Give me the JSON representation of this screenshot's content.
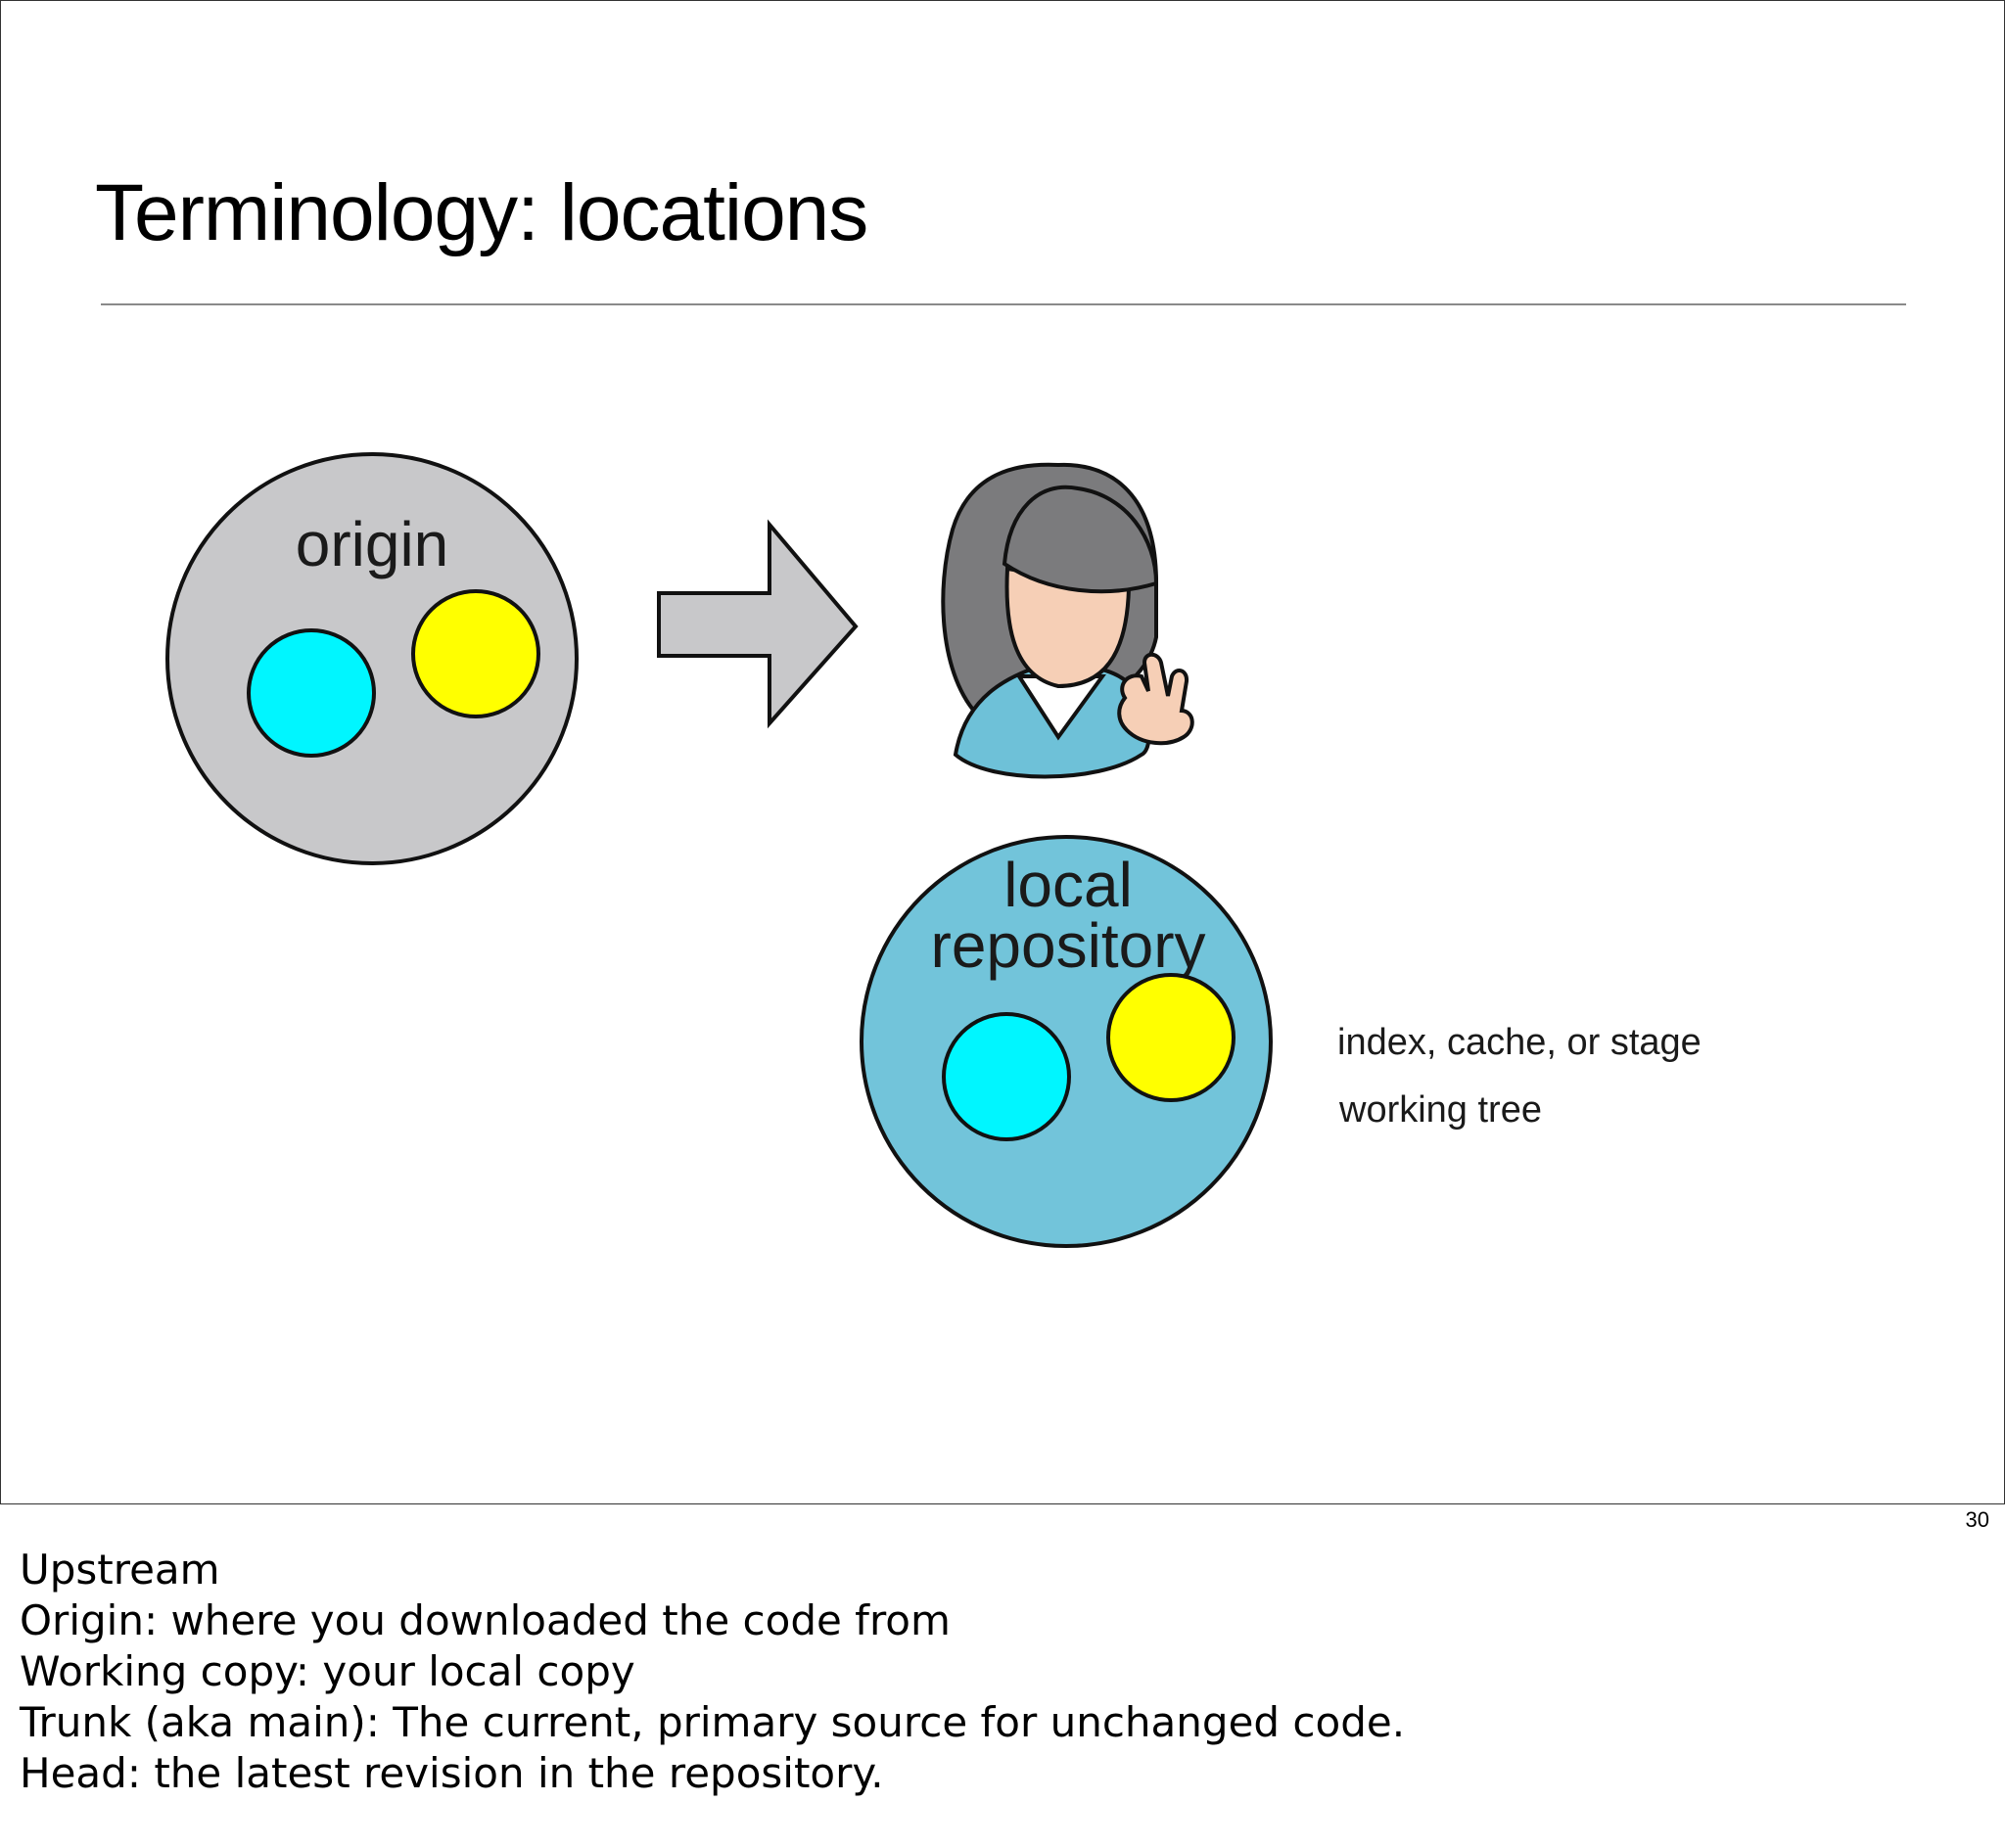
{
  "slide": {
    "title": "Terminology: locations",
    "page_number": "30"
  },
  "diagram": {
    "origin": {
      "label": "origin",
      "fill": "#c8c8ca"
    },
    "local_repository": {
      "label_line1": "local",
      "label_line2": "repository",
      "fill": "#72c4da"
    },
    "cyan_item_color": "#00f6ff",
    "yellow_item_color": "#ffff00",
    "arrow_icon": "right-arrow-icon",
    "user_icon": "user-avatar-icon",
    "index_label": "index, cache, or stage",
    "working_tree_label": "working tree"
  },
  "notes": {
    "lines": [
      "Upstream",
      "Origin: where you downloaded the code from",
      "Working copy: your local copy",
      "Trunk (aka main): The current, primary source for unchanged code.",
      "Head: the latest revision in the repository."
    ]
  }
}
